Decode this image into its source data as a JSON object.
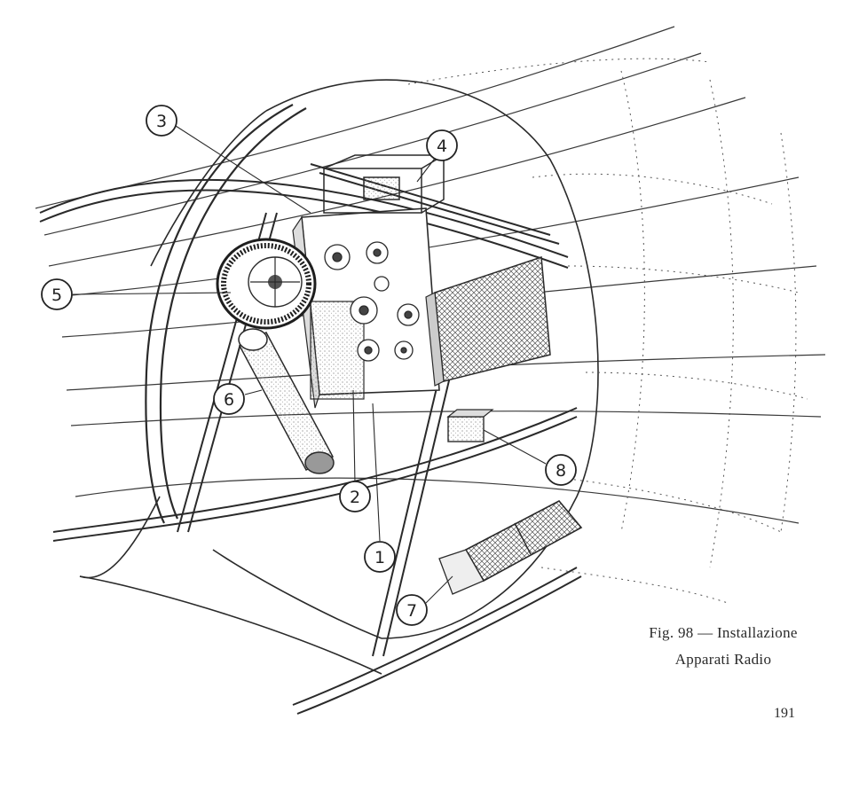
{
  "figure": {
    "caption_line1": "Fig. 98 — Installazione",
    "caption_line2": "Apparati Radio",
    "page_number": "191"
  },
  "callouts": [
    {
      "id": "c1",
      "label": "1"
    },
    {
      "id": "c2",
      "label": "2"
    },
    {
      "id": "c3",
      "label": "3"
    },
    {
      "id": "c4",
      "label": "4"
    },
    {
      "id": "c5",
      "label": "5"
    },
    {
      "id": "c6",
      "label": "6"
    },
    {
      "id": "c7",
      "label": "7"
    },
    {
      "id": "c8",
      "label": "8"
    }
  ],
  "colors": {
    "ink": "#2a2a2a",
    "paper": "#ffffff",
    "shade": "#8a8a8a"
  }
}
